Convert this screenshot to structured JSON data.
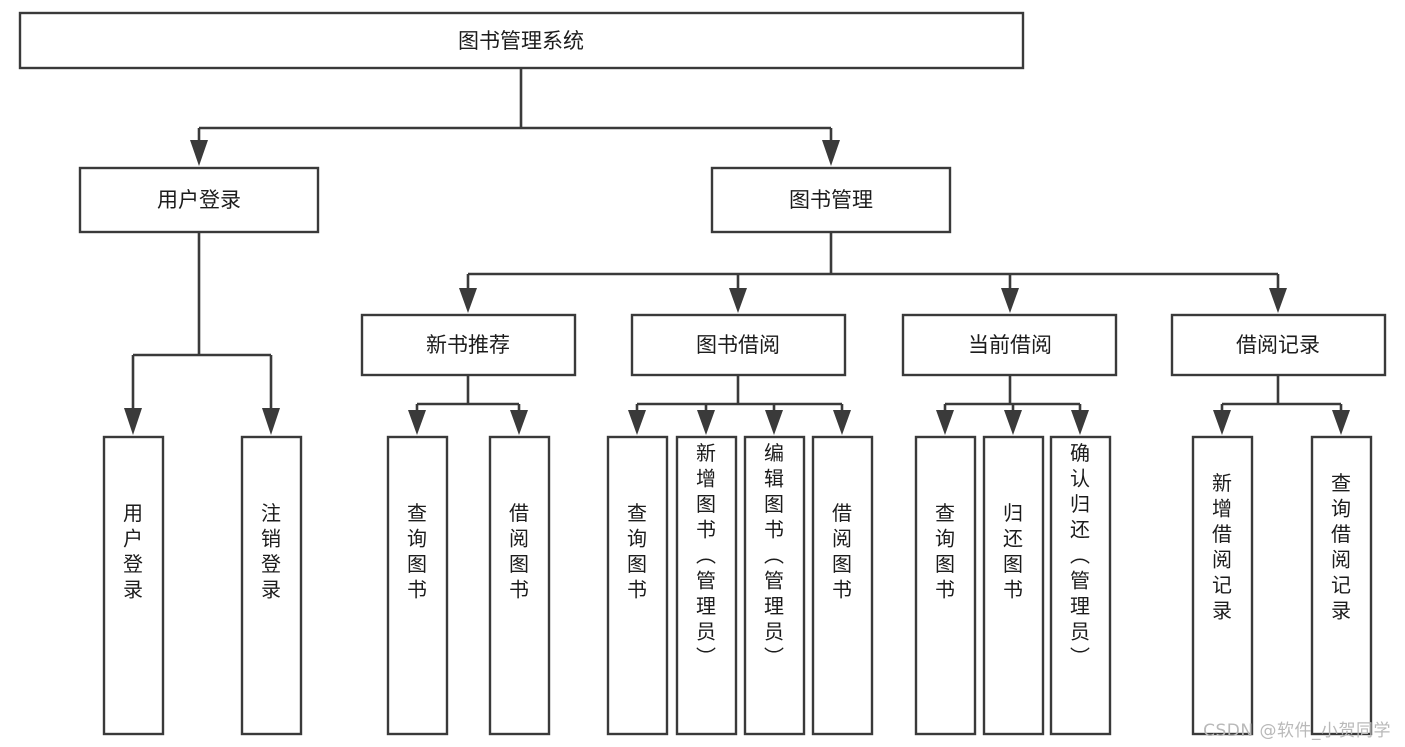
{
  "diagram": {
    "type": "tree",
    "title": "图书管理系统",
    "watermark": "CSDN @软件_小贺同学",
    "colors": {
      "box_stroke": "#3a3a3a",
      "box_fill": "#ffffff",
      "connector": "#3a3a3a",
      "text": "#1c1c1c",
      "watermark": "#b9b9b9",
      "background": "#ffffff"
    },
    "levels": {
      "root": "图书管理系统",
      "level2": [
        "用户登录",
        "图书管理"
      ],
      "level3": [
        "新书推荐",
        "图书借阅",
        "当前借阅",
        "借阅记录"
      ]
    },
    "nodes": {
      "root": {
        "label": "图书管理系统",
        "orientation": "horizontal"
      },
      "user_login": {
        "label": "用户登录",
        "orientation": "horizontal"
      },
      "book_manage": {
        "label": "图书管理",
        "orientation": "horizontal"
      },
      "new_book_rec": {
        "label": "新书推荐",
        "orientation": "horizontal"
      },
      "book_borrow": {
        "label": "图书借阅",
        "orientation": "horizontal"
      },
      "current_borrow": {
        "label": "当前借阅",
        "orientation": "horizontal"
      },
      "borrow_record": {
        "label": "借阅记录",
        "orientation": "horizontal"
      },
      "leaf_user_login": {
        "label": "用户登录",
        "orientation": "vertical"
      },
      "leaf_logout": {
        "label": "注销登录",
        "orientation": "vertical"
      },
      "leaf_query_book_1": {
        "label": "查询图书",
        "orientation": "vertical"
      },
      "leaf_borrow_book_1": {
        "label": "借阅图书",
        "orientation": "vertical"
      },
      "leaf_query_book_2": {
        "label": "查询图书",
        "orientation": "vertical"
      },
      "leaf_add_book": {
        "label": "新增图书（管理员）",
        "orientation": "vertical"
      },
      "leaf_edit_book": {
        "label": "编辑图书（管理员）",
        "orientation": "vertical"
      },
      "leaf_borrow_book_2": {
        "label": "借阅图书",
        "orientation": "vertical"
      },
      "leaf_query_book_3": {
        "label": "查询图书",
        "orientation": "vertical"
      },
      "leaf_return_book": {
        "label": "归还图书",
        "orientation": "vertical"
      },
      "leaf_confirm_return": {
        "label": "确认归还（管理员）",
        "orientation": "vertical"
      },
      "leaf_add_record": {
        "label": "新增借阅记录",
        "orientation": "vertical"
      },
      "leaf_query_record": {
        "label": "查询借阅记录",
        "orientation": "vertical"
      }
    },
    "edges": [
      {
        "from": "root",
        "to": "user_login"
      },
      {
        "from": "root",
        "to": "book_manage"
      },
      {
        "from": "user_login",
        "to": "leaf_user_login"
      },
      {
        "from": "user_login",
        "to": "leaf_logout"
      },
      {
        "from": "book_manage",
        "to": "new_book_rec"
      },
      {
        "from": "book_manage",
        "to": "book_borrow"
      },
      {
        "from": "book_manage",
        "to": "current_borrow"
      },
      {
        "from": "book_manage",
        "to": "borrow_record"
      },
      {
        "from": "new_book_rec",
        "to": "leaf_query_book_1"
      },
      {
        "from": "new_book_rec",
        "to": "leaf_borrow_book_1"
      },
      {
        "from": "book_borrow",
        "to": "leaf_query_book_2"
      },
      {
        "from": "book_borrow",
        "to": "leaf_add_book"
      },
      {
        "from": "book_borrow",
        "to": "leaf_edit_book"
      },
      {
        "from": "book_borrow",
        "to": "leaf_borrow_book_2"
      },
      {
        "from": "current_borrow",
        "to": "leaf_query_book_3"
      },
      {
        "from": "current_borrow",
        "to": "leaf_return_book"
      },
      {
        "from": "current_borrow",
        "to": "leaf_confirm_return"
      },
      {
        "from": "borrow_record",
        "to": "leaf_add_record"
      },
      {
        "from": "borrow_record",
        "to": "leaf_query_record"
      }
    ]
  }
}
